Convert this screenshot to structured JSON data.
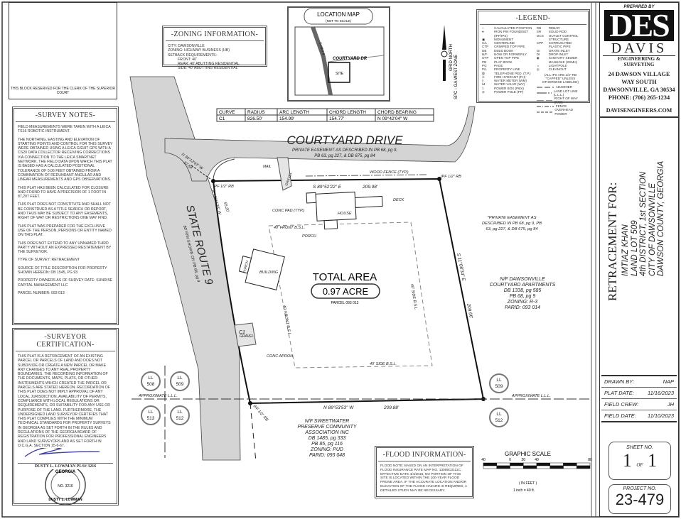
{
  "clerk_block": "THIS BLOCK RESERVED FOR THE CLERK OF THE SUPERIOR COURT",
  "survey_notes": {
    "title": "-SURVEY NOTES-",
    "paragraphs": [
      "FIELD MEASUREMENTS WERE TAKEN WITH A LEICA TS16 ROBOTIC INSTRUMENT.",
      "THE NORTHING, EASTING AND ELEVATION OF STARTING POINTS AND CONTROL FOR THIS SURVEY WERE OBTAINED USING A LEICA GS18T GPS WITH A CS20 DATA COLLECTOR RECEIVING CORRECTIONS VIA CONNECTION TO THE LEICA SMARTNET NETWORK. THE FIELD DATA UPON WHICH THIS PLAT IS BASED HAS A CALCULATED POSITIONAL TOLERANCE OF 0.06 FEET OBTAINED FROM A COMBINATION OF REDUNDANT ANGULAR AND LINEAR MEASUREMENTS AND GPS OBSERVATIONS.",
      "THIS PLAT HAS BEEN CALCULATED FOR CLOSURE AND FOUND TO HAVE A PRECISION OF 1 FOOT IN 87,207 FEET.",
      "THIS PLAT DOES NOT CONSTITUTE AND SHALL NOT BE CONSTRUED AS A TITLE SEARCH OR REPORT, AND THUS MAY BE SUBJECT TO ANY EASEMENTS, RIGHT OF WAY OR RESTRICTIONS ONE MAY FIND.",
      "THIS PLAT WAS PREPARED FOR THE EXCLUSIVE USE OF THE PERSON, PERSONS OR ENTITY NAMED ON THIS PLAT.",
      "THIS DOES NOT EXTEND TO ANY UNNAMED THIRD PARTY WITHOUT AN EXPRESSED RESTATEMENT BY THE SURVEYOR.",
      "TYPE OF SURVEY: RETRACEMENT",
      "SOURCE OF TITLE DESCRIPTION FOR PROPERTY SHOWN HEREON: DB 1545, pg 93",
      "PROPERTY OWNERS AS OF SURVEY DATE: SUNRISE CAPITAL MANAGEMENT LLC",
      "PARCEL NUMBER: 093 013"
    ]
  },
  "certification": {
    "title": "-SURVEYOR CERTIFICATION-",
    "text": "THIS PLAT IS A RETRACEMENT OF AN EXISTING PARCEL OR PARCELS OF LAND AND DOES NOT SUBDIVIDE OR CREATE A NEW PARCEL OR MAKE ANY CHANGES TO ANY REAL PROPERTY BOUNDARIES. THE RECORDING INFORMATION OF THE DOCUMENTS, MAPS, PLATS, OR OTHER INSTRUMENTS WHICH CREATED THE PARCEL OR PARCELS ARE STATED HEREON. RECORDATION OF THIS PLAT DOES NOT IMPLY APPROVAL OF ANY LOCAL JURISDICTION, AVAILABILITY OF PERMITS, COMPLIANCE WITH LOCAL REGULATIONS OR REQUIREMENTS, OR SUITABILITY FOR ANY USE OR PURPOSE OF THE LAND. FURTHERMORE, THE UNDERSIGNED LAND SURVEYOR CERTIFIES THAT THIS PLAT COMPLIES WITH THE MINIMUM TECHNICAL STANDARDS FOR PROPERTY SURVEYS IN GEORGIA AS SET FORTH IN THE RULES AND REGULATIONS OF THE GEORGIA BOARD OF REGISTRATION FOR PROFESSIONAL ENGINEERS AND LAND SURVEYORS AND AS SET FORTH IN O.C.G.A. SECTION 15-6-67.",
    "surveyor": "DUSTY L. LOWMAN PLS# 3216",
    "seal_state": "GEORGIA",
    "seal_no": "NO. 3216",
    "seal_name": "DUSTY L. LOWMAN"
  },
  "zoning": {
    "title": "-ZONING INFORMATION-",
    "lines": [
      "CITY: DAWSONVILLE",
      "ZONING: HIGHWAY BUSINESS (HB)",
      "SETBACK REQUIREMENTS:",
      "FRONT: 40'",
      "REAR: 40' ABUTTING RESIDENTIAL",
      "SIDE: 40' ABUTTING RESIDENTIAL"
    ]
  },
  "location_map": {
    "title": "LOCATION MAP",
    "subtitle": "(NOT TO SCALE)",
    "road": "COURTYARD DR",
    "hwy": "S HWY 9",
    "site": "SITE"
  },
  "north_arrow": {
    "label1": "GRID NORTH",
    "label2": "SPC - GA WEST ZONE"
  },
  "legend": {
    "title": "-LEGEND-",
    "left": [
      [
        "○",
        "CALCULATED POSITION"
      ],
      [
        "●",
        "IRON PIN FOUND/SET (IPF/IPS)"
      ],
      [
        "▣",
        "MONUMENT"
      ],
      [
        "C/L",
        "CENTERLINE"
      ],
      [
        "CTP",
        "CRIMPED TOP PIPE"
      ],
      [
        "DB",
        "DEED BOOK"
      ],
      [
        "N/F",
        "NOW OR FORMERLY"
      ],
      [
        "OTP",
        "OPEN TOP PIPE"
      ],
      [
        "PB",
        "PLAT BOOK"
      ],
      [
        "PG",
        "PAGE"
      ],
      [
        "P/L",
        "PROPERTY LINE"
      ],
      [
        "⊠",
        "TELEPHONE PED. (T.P.)"
      ],
      [
        "✢",
        "FIRE HYDRANT (FH)"
      ],
      [
        "▯",
        "WATER METER (WM)"
      ],
      [
        "⋈",
        "WATER VALVE (WV)"
      ],
      [
        "□",
        "POWER BOX (PBX)"
      ],
      [
        "⊘",
        "POWER POLE (PP)"
      ]
    ],
    "right": [
      [
        "RB",
        "REBAR"
      ],
      [
        "SR",
        "SOLID ROD"
      ],
      [
        "OCS",
        "OUTLET CONTROL STRUCTURE"
      ],
      [
        "CPP",
        "CORRUGATED PLASTIC PIPE"
      ],
      [
        "GI",
        "GRATE INLET"
      ],
      [
        "DI",
        "DROP INLET"
      ],
      [
        "◉",
        "SANITARY SEWER MANHOLE (SSMH)"
      ],
      [
        "☼",
        "LIGHTPOLE"
      ],
      [
        "◎",
        "CLEANOUT"
      ]
    ],
    "note": "(ALL IPS ARE 1/2\" RB \"CAPPED\" UNLESS OTHERWISE LABELED)",
    "lines": [
      "ADJOINER",
      "LAND LOT LINE (L.L.L.)",
      "RIGHT OF WAY (R/W)",
      "FENCE",
      "OVERHEAD POWER"
    ]
  },
  "curve_table": {
    "headers": [
      "CURVE",
      "RADIUS",
      "ARC LENGTH",
      "CHORD LENGTH",
      "CHORD BEARING"
    ],
    "rows": [
      [
        "C1",
        "826.50'",
        "154.99'",
        "154.77'",
        "N 09°42'04\" W"
      ]
    ]
  },
  "plat": {
    "road_name": "COURTYARD DRIVE",
    "road_easement1": "PRIVATE EASEMENT AS DESCRIBED IN PB 68, pg 9,",
    "road_easement2": "PB 63, pg 227, & DB 675, pg 84",
    "state_route": "STATE ROUTE 9",
    "state_route_rw": "80' R/W SHOWN ON PB 68, pg 9",
    "tie_bearing": "N 34°13'43\" W",
    "tie_dist": "57.84'",
    "west_bearing": "N 15°15'35\" W",
    "west_dist": "55.20'",
    "north_bearing": "S 89°52'22\" E",
    "north_dist": "209.98'",
    "east_bearing": "S 11°08'34\" E",
    "east_dist": "209.66'",
    "south_bearing": "N 89°53'53\" W",
    "south_dist": "209.88'",
    "curve_label": "C1",
    "ipf_nw": "IPF 1/2\" RB",
    "ipf_ne": "IPF 1/2\" RB",
    "ipf_sw": "IPF 1/2\" RB",
    "wood_fence": "WOOD FENCE (TYP.)",
    "mail": "MAIL",
    "deck": "DECK",
    "house": "HOUSE",
    "porch1": "PORCH",
    "porch2": "PORCH",
    "building": "BUILDING",
    "gravel1": "GRAVEL",
    "gravel2": "GRAVEL",
    "conc_pad": "CONC PAD (TYP.)",
    "conc_apron": "CONC APRON",
    "front_bsl1": "40' FRONT B.S.L.",
    "front_bsl2": "40' FRONT B.S.L.",
    "side_bsl1": "40' SIDE B.S.L.",
    "side_bsl2": "40' SIDE B.S.L.",
    "total_area_label": "TOTAL AREA",
    "total_area": "0.97 ACRE",
    "parcel": "PARCEL 093 013",
    "east_easement": [
      "*PRIVATE EASEMENT AS",
      "DESCRIBED IN PB 68, pg 9, PB",
      "63, pg 227, & DB 675, pg 84"
    ],
    "adjoiner_east": [
      "N/F DAWSONVILLE",
      "COURTYARD APARTMENTS",
      "DB 1338, pg 585",
      "PB 68, pg 9",
      "ZONING: R-3",
      "PARID: 093 014"
    ],
    "adjoiner_south": [
      "N/F SWEETWATER",
      "PRESERVE COMMUNITY",
      "ASSOCIATION INC",
      "DB 1485, pg 333",
      "PB 85, pg 116",
      "ZONING: PUD",
      "PARID: 093 048"
    ],
    "approx_lll": "APPROXIMATE L.L.L.",
    "ll": [
      "LL\n508",
      "LL\n509",
      "LL\n513",
      "LL\n512"
    ],
    "ll_labels": [
      "508",
      "509",
      "513",
      "512",
      "509",
      "512"
    ]
  },
  "flood": {
    "title": "-FLOOD INFORMATION-",
    "text": "FLOOD NOTE: BASED ON AN INTERPRETATION OF FLOOD INSURANCE RATE MAP NO. 13085C0111C, EFFECTIVE DATE 4/4/2018, NO PORTION OF THIS SITE IS LOCATED WITHIN THE 100-YEAR FLOOD PRONE AREA. IF THE ACCURATE LOCATION AND/OR ELEVATION OF THE FLOOD HAZARD IS REQUIRED, A DETAILED STUDY MAY BE NECESSARY."
  },
  "graphic_scale": {
    "title": "GRAPHIC SCALE",
    "unit": "( IN FEET )",
    "ratio": "1 inch = 40 ft.",
    "ticks": [
      "40",
      "0",
      "20",
      "40",
      "80"
    ]
  },
  "title_block": {
    "prepared_by": "PREPARED BY",
    "logo": "DES",
    "company": "DAVIS",
    "tagline": "ENGINEERING & SURVEYING",
    "address": [
      "24 DAWSON VILLAGE",
      "WAY SOUTH",
      "DAWSONVILLE, GA 30534",
      "PHONE: (706) 265-1234"
    ],
    "website": "DAVISENGINEERS.COM",
    "retracement_for": "RETRACEMENT FOR:",
    "client": [
      "IMTIAZ KHAN",
      "LAND LOT 509",
      "4th DISTRICT, 1st SECTION",
      "CITY OF DAWSONVILLE",
      "DAWSON COUNTY, GEORGIA"
    ],
    "drawn_by_label": "DRAWN BY:",
    "drawn_by": "NAP",
    "plat_date_label": "PLAT DATE:",
    "plat_date": "11/16/2023",
    "field_crew_label": "FIELD CREW:",
    "field_crew": "JH",
    "field_date_label": "FIELD DATE:",
    "field_date": "11/10/2023",
    "sheet_label": "SHEET NO.",
    "sheet": "1",
    "sheet_of": "OF",
    "sheet_total": "1",
    "project_label": "PROJECT NO.",
    "project": "23-479"
  },
  "colors": {
    "road_fill": "#d4d4d4",
    "line": "#222222",
    "frame": "#555555"
  }
}
